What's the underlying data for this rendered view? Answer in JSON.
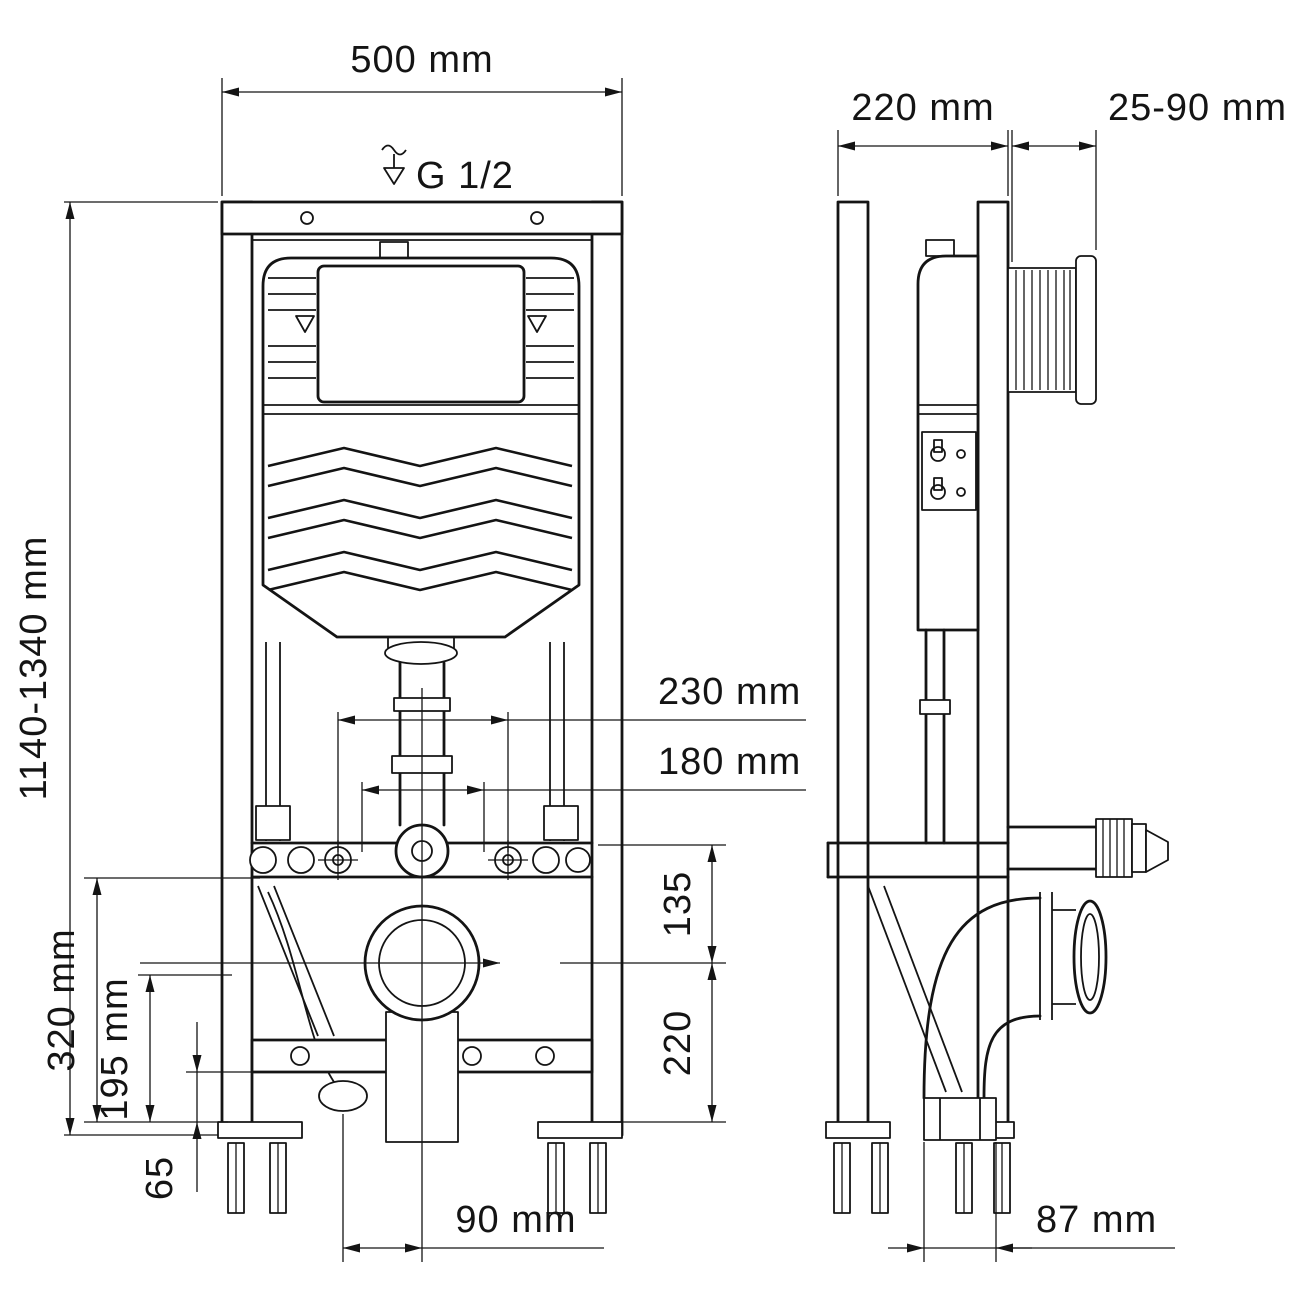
{
  "drawing": {
    "ink": "#141414",
    "background": "#ffffff",
    "front_view": {
      "dims": {
        "frame_width": "500 mm",
        "water_supply": "G 1/2",
        "frame_height": "1140-1340 mm",
        "fixing_spacing_outer": "230 mm",
        "fixing_spacing_inner": "180 mm",
        "bracket_to_outlet": "135",
        "outlet_height": "220",
        "bracket_height": "320 mm",
        "clamp_height": "195 mm",
        "base_height": "65",
        "outlet_offset": "90 mm"
      }
    },
    "side_view": {
      "dims": {
        "frame_depth": "220 mm",
        "panel_adjustment": "25-90 mm",
        "outlet_depth": "87 mm"
      }
    }
  }
}
